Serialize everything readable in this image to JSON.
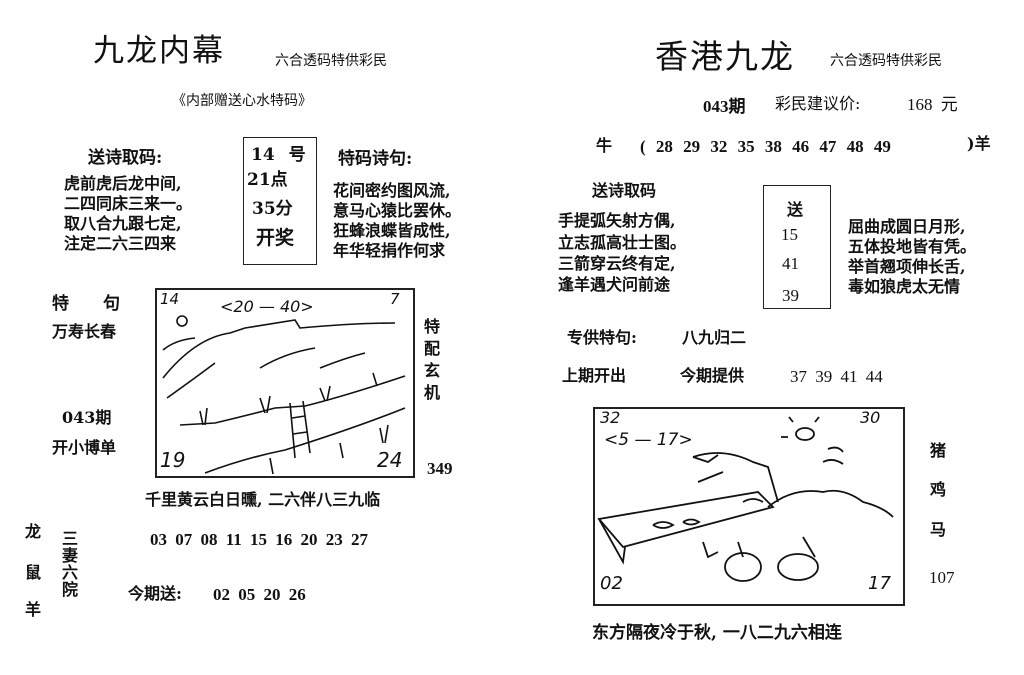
{
  "left": {
    "title": "九龙内幕",
    "subtitle": "六合透码特供彩民",
    "banner": "《内部赠送心水特码》",
    "draw_box": [
      "14 号",
      "21点",
      "35分",
      "开奖"
    ],
    "poem1_heading": "送诗取码:",
    "poem1": [
      "虎前虎后龙中间,",
      "二四同床三来一。",
      "取八合九跟七定,",
      "注定二六三四来"
    ],
    "poem2_heading": "特码诗句:",
    "poem2": [
      "花间密约图风流,",
      "意马心猿比罢休。",
      "狂蜂浪蝶皆成性,",
      "年华轻捐作何求"
    ],
    "special_heading": "特　　句",
    "special_phrase": "万寿长春",
    "issue": "043期",
    "issue_note": "开小博单",
    "side_vertical": "特配玄机",
    "side_number": "349",
    "sketch_labels": {
      "top_left": "14",
      "range": "<20 — 40>",
      "top_right": "7",
      "bottom_left": "19",
      "bottom_right": "24"
    },
    "verse": "千里黄云白日曛, 二六伴八三九临",
    "zodiac_vertical": [
      "龙",
      "鼠",
      "羊"
    ],
    "idiom_vertical": "三妻六院",
    "numbers": "03 07 08 11 15 16 20 23 27",
    "today_label": "今期送:",
    "today_numbers": "02 05 20 26"
  },
  "right": {
    "title": "香港九龙",
    "subtitle": "六合透码特供彩民",
    "issue": "043期",
    "price_label": "彩民建议价:",
    "price": "168 元",
    "zodiac_start": "牛",
    "zodiac_numbers": "( 28 29 32 35 38 46 47 48 49",
    "zodiac_end": ")羊",
    "poem_heading": "送诗取码",
    "poem1": [
      "手提弧矢射方偶,",
      "立志孤高壮士图。",
      "三箭穿云终有定,",
      "逢羊遇犬问前途"
    ],
    "poem2": [
      "屈曲成圆日月形,",
      "五体投地皆有凭。",
      "举首翘项伸长舌,",
      "毒如狼虎太无情"
    ],
    "send_box": [
      "送",
      "15",
      "41",
      "39"
    ],
    "special_label": "专供特句:",
    "special_value": "八九归二",
    "last_label": "上期开出",
    "provide_label": "今期提供",
    "provide_numbers": "37 39 41 44",
    "sketch_labels": {
      "top_left": "32",
      "range": "<5 — 17>",
      "top_right": "30",
      "bottom_left": "02",
      "bottom_right": "17"
    },
    "side_zodiac": [
      "猪",
      "鸡",
      "马"
    ],
    "side_number": "107",
    "verse": "东方隔夜冷于秋, 一八二九六相连"
  }
}
